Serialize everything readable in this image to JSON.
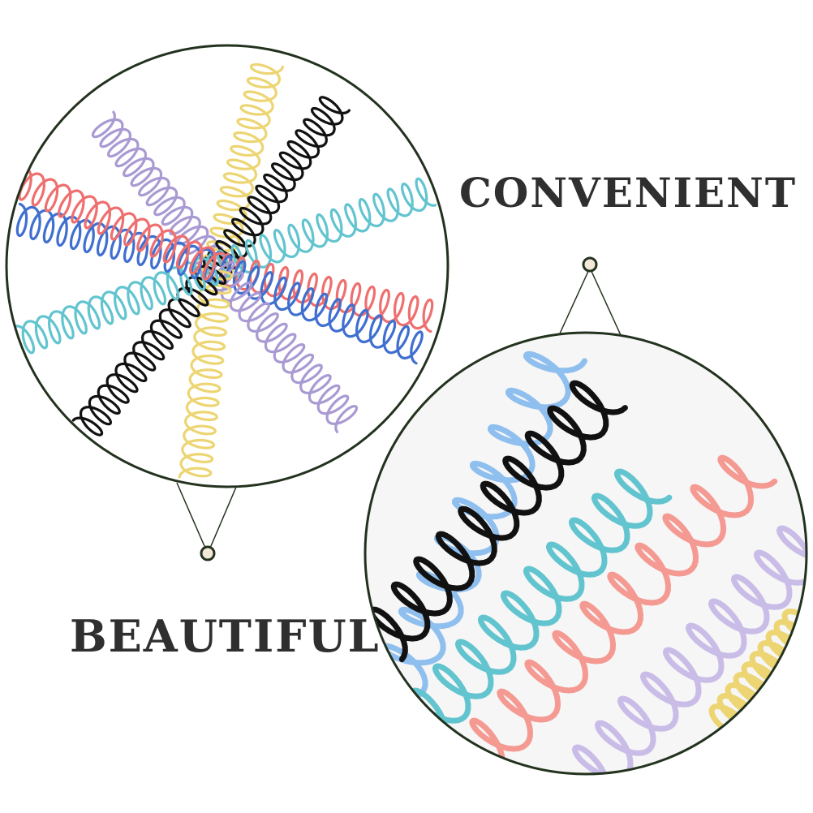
{
  "labels": {
    "top": "CONVENIENT",
    "bottom": "BEAUTIFUL"
  },
  "palette": {
    "outline": "#23321e",
    "connector_dot": "#f3e9d8",
    "text": "#2f2f2f",
    "purple": "#a99ad3",
    "yellow": "#ecd572",
    "black": "#111111",
    "red": "#ef6f6f",
    "blue": "#3f6fcf",
    "teal": "#62c4cf",
    "light_blue": "#8fbfee",
    "coral": "#f49a92",
    "lavender": "#c9bde8"
  },
  "scene": {
    "top_circle": "radiating spiral binding coils",
    "bottom_circle": "close-up of parallel spiral binding coils"
  }
}
